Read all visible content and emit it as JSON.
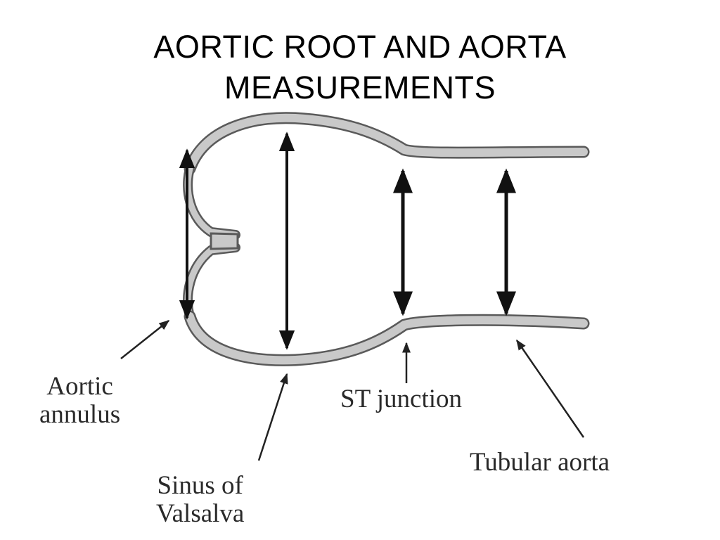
{
  "title": {
    "line1": "AORTIC ROOT AND AORTA",
    "line2": "MEASUREMENTS"
  },
  "labels": {
    "aortic_annulus": {
      "line1": "Aortic",
      "line2": "annulus"
    },
    "sinus_of_valsalva": {
      "line1": "Sinus of",
      "line2": "Valsalva"
    },
    "st_junction": "ST junction",
    "tubular_aorta": "Tubular aorta"
  },
  "colors": {
    "vessel_fill": "#c9c9c9",
    "vessel_outline": "#5a5a5a",
    "measure_line": "#111111",
    "label_text": "#2a2a2a"
  }
}
